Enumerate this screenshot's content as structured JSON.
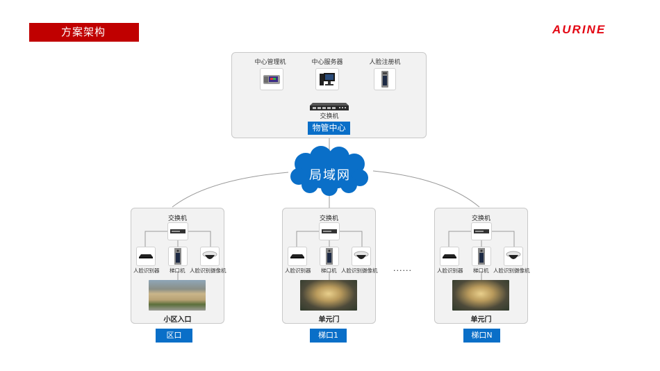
{
  "header": {
    "title": "方案架构",
    "brand": "AURINE",
    "brand_color": "#e30613",
    "title_bg_color": "#c00000"
  },
  "center": {
    "devices": [
      {
        "label": "中心管理机",
        "icon": "management-terminal-icon"
      },
      {
        "label": "中心服务器",
        "icon": "server-icon"
      },
      {
        "label": "人脸注册机",
        "icon": "face-registration-icon"
      }
    ],
    "switch_label": "交换机",
    "tag": "物管中心"
  },
  "network": {
    "label": "局域网",
    "color": "#0a6fc8"
  },
  "sites": [
    {
      "switch_label": "交换机",
      "devices": [
        "人脸识别器",
        "梯口机",
        "人脸识别摄像机"
      ],
      "photo": "community-entrance-photo",
      "name": "小区入口",
      "tag": "区口"
    },
    {
      "switch_label": "交换机",
      "devices": [
        "人脸识别器",
        "梯口机",
        "人脸识别摄像机"
      ],
      "photo": "unit-door-photo",
      "name": "单元门",
      "tag": "梯口1"
    },
    {
      "switch_label": "交换机",
      "devices": [
        "人脸识别器",
        "梯口机",
        "人脸识别摄像机"
      ],
      "photo": "unit-door-photo",
      "name": "单元门",
      "tag": "梯口N"
    }
  ],
  "ellipsis": "······",
  "tag_color": "#0a6fc8"
}
